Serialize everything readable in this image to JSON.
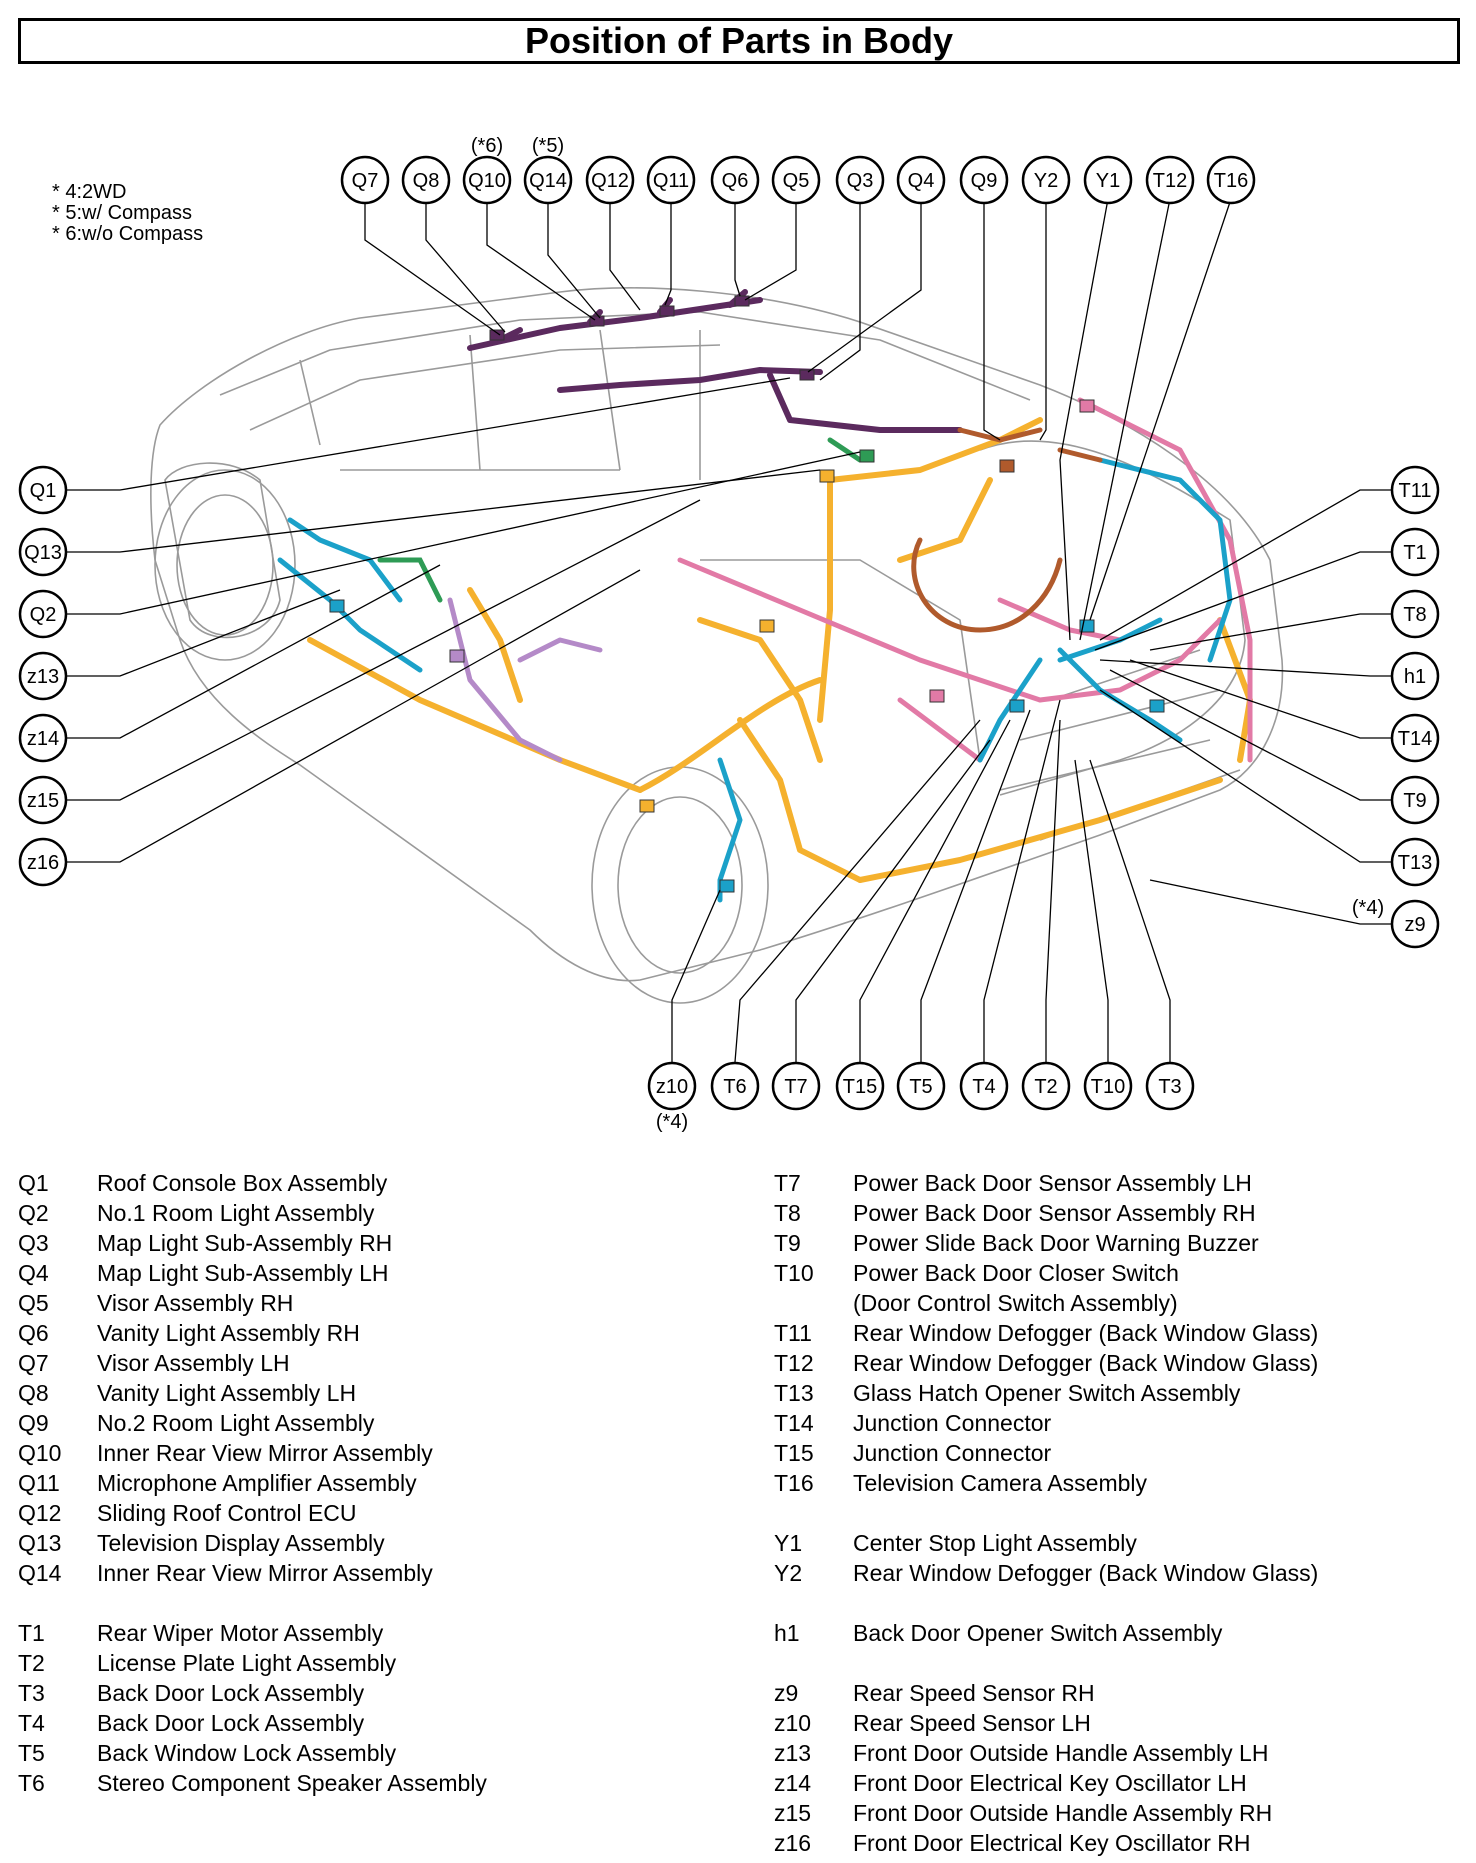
{
  "title": "Position of Parts in Body",
  "notes": [
    "* 4:2WD",
    "* 5:w/ Compass",
    "* 6:w/o Compass"
  ],
  "callouts": {
    "top": [
      "Q7",
      "Q8",
      "Q10",
      "Q14",
      "Q12",
      "Q11",
      "Q6",
      "Q5",
      "Q3",
      "Q4",
      "Q9",
      "Y2",
      "Y1",
      "T12",
      "T16"
    ],
    "top_notes": {
      "Q10": "(*6)",
      "Q14": "(*5)"
    },
    "left": [
      "Q1",
      "Q13",
      "Q2",
      "z13",
      "z14",
      "z15",
      "z16"
    ],
    "right": [
      "T11",
      "T1",
      "T8",
      "h1",
      "T14",
      "T9",
      "T13",
      "z9"
    ],
    "right_notes": {
      "z9": "(*4)"
    },
    "bottom": [
      "z10",
      "T6",
      "T7",
      "T15",
      "T5",
      "T4",
      "T2",
      "T10",
      "T3"
    ],
    "bottom_notes": {
      "z10": "(*4)"
    }
  },
  "colors": {
    "harness_orange": "#f5b12e",
    "harness_purple": "#5b2a5e",
    "harness_cyan": "#1ba1c9",
    "harness_pink": "#e27aa6",
    "harness_brown": "#b05a2c",
    "harness_green": "#2e9b55",
    "harness_lavender": "#b48ac8",
    "car_outline": "#9a9a9a"
  },
  "legend_left": [
    {
      "code": "Q1",
      "desc": "Roof Console Box Assembly"
    },
    {
      "code": "Q2",
      "desc": "No.1 Room Light Assembly"
    },
    {
      "code": "Q3",
      "desc": "Map Light Sub-Assembly RH"
    },
    {
      "code": "Q4",
      "desc": "Map Light Sub-Assembly LH"
    },
    {
      "code": "Q5",
      "desc": "Visor Assembly RH"
    },
    {
      "code": "Q6",
      "desc": "Vanity Light Assembly RH"
    },
    {
      "code": "Q7",
      "desc": "Visor Assembly LH"
    },
    {
      "code": "Q8",
      "desc": "Vanity Light Assembly LH"
    },
    {
      "code": "Q9",
      "desc": "No.2 Room Light Assembly"
    },
    {
      "code": "Q10",
      "desc": "Inner Rear View Mirror Assembly"
    },
    {
      "code": "Q11",
      "desc": "Microphone Amplifier Assembly"
    },
    {
      "code": "Q12",
      "desc": "Sliding Roof Control ECU"
    },
    {
      "code": "Q13",
      "desc": "Television Display Assembly"
    },
    {
      "code": "Q14",
      "desc": "Inner Rear View Mirror Assembly"
    },
    {
      "code": "",
      "desc": ""
    },
    {
      "code": "T1",
      "desc": "Rear Wiper Motor Assembly"
    },
    {
      "code": "T2",
      "desc": "License Plate Light Assembly"
    },
    {
      "code": "T3",
      "desc": "Back Door Lock Assembly"
    },
    {
      "code": "T4",
      "desc": "Back Door Lock Assembly"
    },
    {
      "code": "T5",
      "desc": "Back Window Lock Assembly"
    },
    {
      "code": "T6",
      "desc": "Stereo Component Speaker Assembly"
    }
  ],
  "legend_right": [
    {
      "code": "T7",
      "desc": "Power Back Door Sensor Assembly LH"
    },
    {
      "code": "T8",
      "desc": "Power Back Door Sensor Assembly RH"
    },
    {
      "code": "T9",
      "desc": "Power Slide Back Door Warning Buzzer"
    },
    {
      "code": "T10",
      "desc": "Power Back Door Closer Switch"
    },
    {
      "code": "",
      "desc": "(Door Control Switch Assembly)"
    },
    {
      "code": "T11",
      "desc": "Rear Window Defogger (Back Window Glass)"
    },
    {
      "code": "T12",
      "desc": "Rear Window Defogger (Back Window Glass)"
    },
    {
      "code": "T13",
      "desc": "Glass Hatch Opener Switch Assembly"
    },
    {
      "code": "T14",
      "desc": "Junction Connector"
    },
    {
      "code": "T15",
      "desc": "Junction Connector"
    },
    {
      "code": "T16",
      "desc": "Television Camera Assembly"
    },
    {
      "code": "",
      "desc": ""
    },
    {
      "code": "Y1",
      "desc": "Center Stop Light Assembly"
    },
    {
      "code": "Y2",
      "desc": "Rear Window Defogger (Back Window Glass)"
    },
    {
      "code": "",
      "desc": ""
    },
    {
      "code": "h1",
      "desc": "Back Door Opener Switch Assembly"
    },
    {
      "code": "",
      "desc": ""
    },
    {
      "code": "z9",
      "desc": "Rear Speed Sensor RH"
    },
    {
      "code": "z10",
      "desc": "Rear Speed Sensor LH"
    },
    {
      "code": "z13",
      "desc": "Front Door Outside Handle Assembly LH"
    },
    {
      "code": "z14",
      "desc": "Front Door Electrical Key Oscillator LH"
    },
    {
      "code": "z15",
      "desc": "Front Door Outside Handle Assembly RH"
    },
    {
      "code": "z16",
      "desc": "Front Door Electrical Key Oscillator RH"
    }
  ]
}
